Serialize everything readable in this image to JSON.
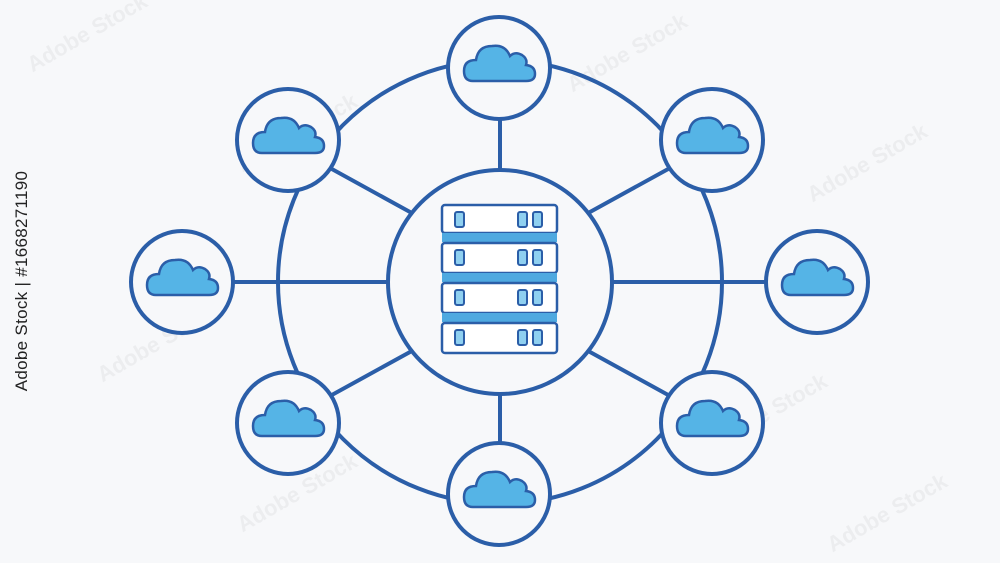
{
  "stock_id_text": "Adobe Stock | #1668271190",
  "watermark_text": "Adobe Stock",
  "colors": {
    "background": "#f7f8fa",
    "line": "#2b5ea8",
    "cloud_fill": "#55b4e6",
    "cloud_stroke": "#2b5ea8",
    "server_fill": "#ffffff",
    "server_band": "#4fa9e0",
    "led_fill": "#8fd0f0"
  },
  "diagram": {
    "center_icon": "server-rack-icon",
    "node_icon": "cloud-icon",
    "node_count": 8,
    "server_unit_count": 4
  }
}
